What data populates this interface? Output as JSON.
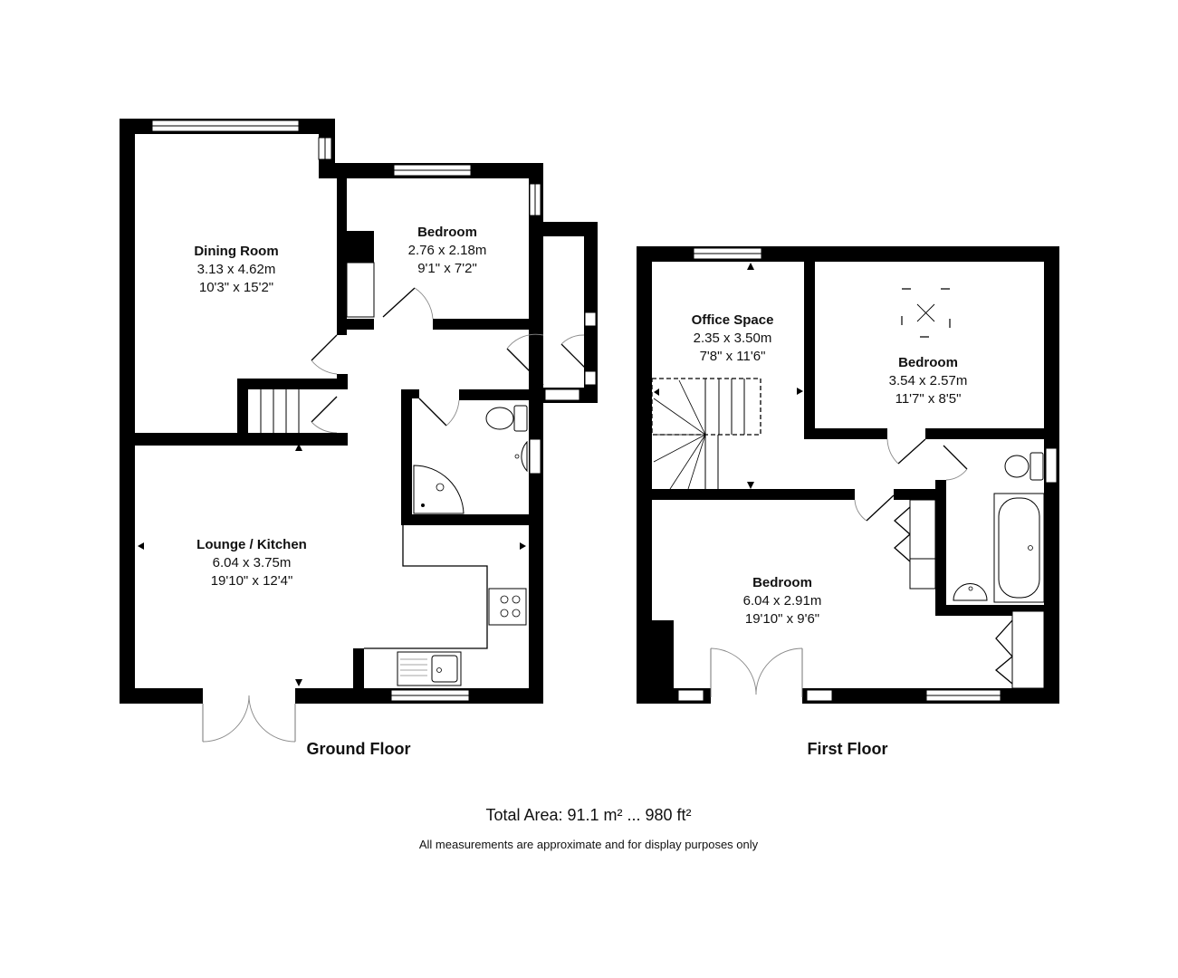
{
  "floors": [
    {
      "title": "Ground Floor",
      "rooms": [
        {
          "name": "Dining Room",
          "metric": "3.13 x 4.62m",
          "imperial": "10'3\" x 15'2\""
        },
        {
          "name": "Bedroom",
          "metric": "2.76 x 2.18m",
          "imperial": "9'1\" x 7'2\""
        },
        {
          "name": "Lounge / Kitchen",
          "metric": "6.04 x 3.75m",
          "imperial": "19'10\" x 12'4\""
        }
      ]
    },
    {
      "title": "First Floor",
      "rooms": [
        {
          "name": "Office Space",
          "metric": "2.35 x 3.50m",
          "imperial": "7'8\" x 11'6\""
        },
        {
          "name": "Bedroom",
          "metric": "3.54 x 2.57m",
          "imperial": "11'7\" x 8'5\""
        },
        {
          "name": "Bedroom",
          "metric": "6.04 x 2.91m",
          "imperial": "19'10\" x 9'6\""
        }
      ]
    }
  ],
  "footer": {
    "total_area": "Total Area: 91.1 m² ... 980 ft²",
    "disclaimer": "All measurements are approximate and for display purposes only"
  },
  "colors": {
    "wall": "#000000",
    "background": "#ffffff"
  }
}
